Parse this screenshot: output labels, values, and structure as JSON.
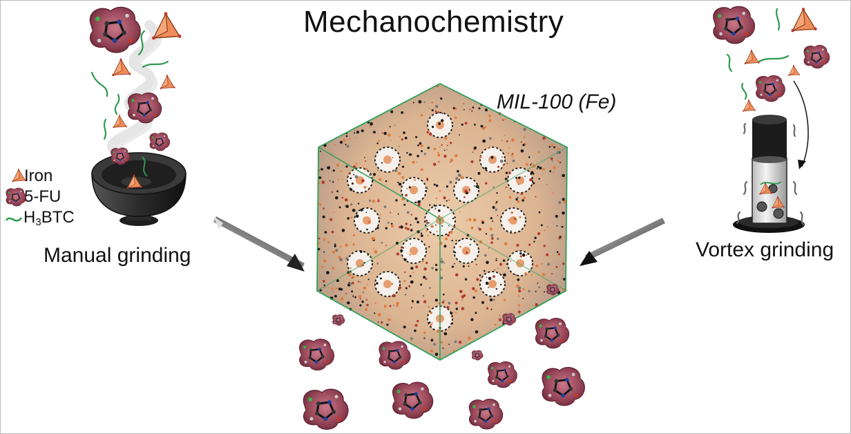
{
  "figure": {
    "title": "Mechanochemistry",
    "framework_label": "MIL-100 (Fe)",
    "left_method": "Manual grinding",
    "right_method": "Vortex grinding",
    "legend": {
      "iron": "Iron",
      "fu": "5-FU",
      "btc_prefix": "H",
      "btc_sub": "3",
      "btc_suffix": "BTC"
    }
  },
  "colors": {
    "molecule_cloud": "#9b4a5c",
    "iron_tetrahedron": "#f08c5a",
    "linker": "#2e9a4f",
    "cube_edge": "#2fa05a",
    "mortar": "#3a3a3a",
    "arrow": "#333333"
  },
  "icons": [
    "mortar-icon",
    "vortex-vial-icon",
    "molecule-icon",
    "tetrahedron-icon",
    "arrow-icon"
  ]
}
